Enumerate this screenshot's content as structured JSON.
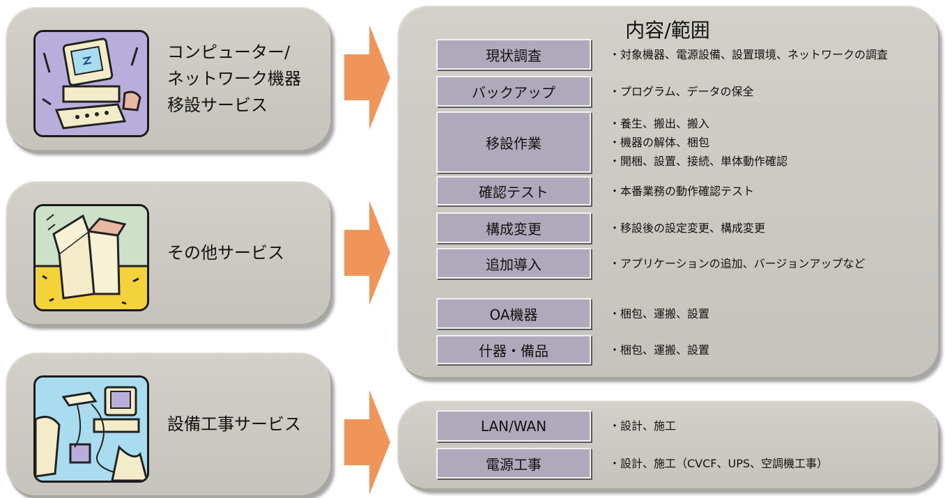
{
  "services": [
    {
      "id": "computer",
      "title_lines": [
        "コンピューター/",
        "ネットワーク機器",
        "移設サービス"
      ],
      "icon": "computer-icon"
    },
    {
      "id": "other",
      "title_lines": [
        "その他サービス"
      ],
      "icon": "box-icon"
    },
    {
      "id": "facility",
      "title_lines": [
        "設備工事サービス"
      ],
      "icon": "network-equipment-icon"
    }
  ],
  "content_panel": {
    "heading": "内容/範囲",
    "rows": [
      {
        "label": "現状調査",
        "items": [
          "・対象機器、電源設備、設置環境、ネットワークの調査"
        ]
      },
      {
        "label": "バックアップ",
        "items": [
          "・プログラム、データの保全"
        ]
      },
      {
        "label": "移設作業",
        "items": [
          "・養生、搬出、搬入",
          "・機器の解体、梱包",
          "・開梱、設置、接続、単体動作確認"
        ]
      },
      {
        "label": "確認テスト",
        "items": [
          "・本番業務の動作確認テスト"
        ]
      },
      {
        "label": "構成変更",
        "items": [
          "・移設後の設定変更、構成変更"
        ]
      },
      {
        "label": "追加導入",
        "items": [
          "・アプリケーションの追加、バージョンアップなど"
        ]
      },
      {
        "label": "OA機器",
        "items": [
          "・梱包、運搬、設置"
        ]
      },
      {
        "label": "什器・備品",
        "items": [
          "・梱包、運搬、設置"
        ]
      }
    ]
  },
  "facility_panel": {
    "rows": [
      {
        "label": "LAN/WAN",
        "items": [
          "・設計、施工"
        ]
      },
      {
        "label": "電源工事",
        "items": [
          "・設計、施工（CVCF、UPS、空調機工事）"
        ]
      }
    ]
  },
  "colors": {
    "panel": "#cbc9c2",
    "category_box": "#b0a9bb",
    "arrow": "#f0955a",
    "icon_purple": "#b9aedb",
    "icon_green": "#cde0c8",
    "icon_yellow": "#f4d23a",
    "icon_blue": "#a9dcef"
  }
}
